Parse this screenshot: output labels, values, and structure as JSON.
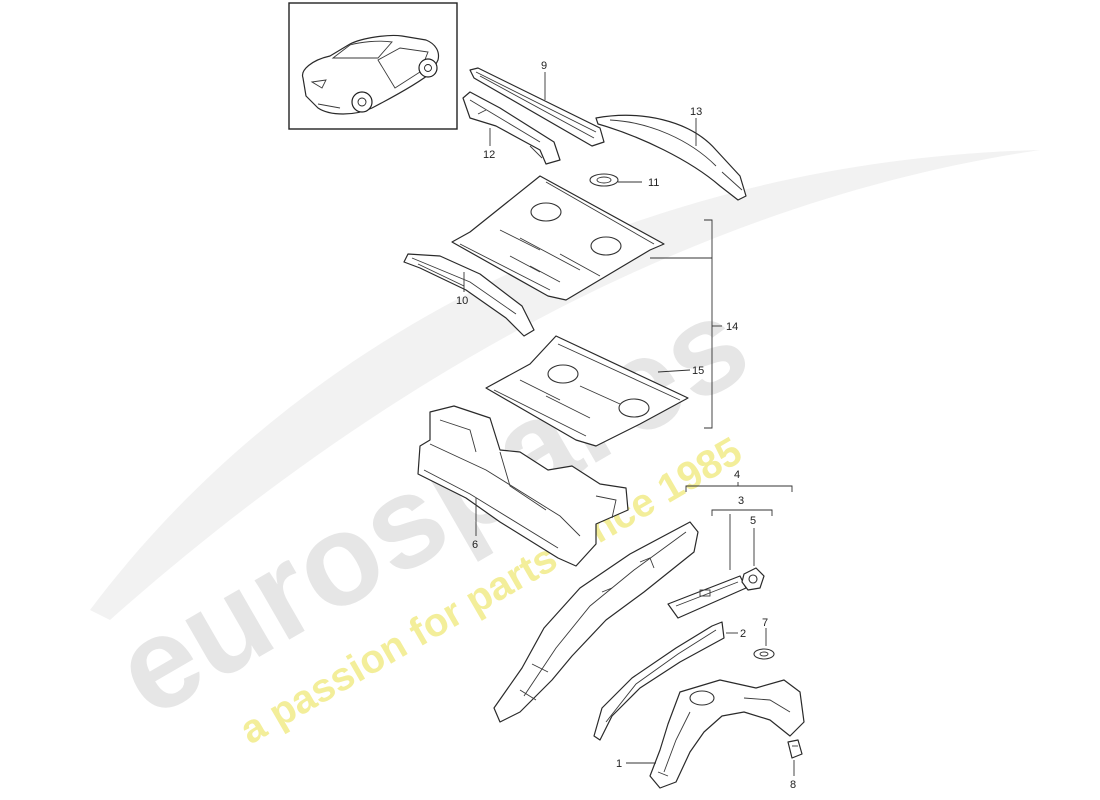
{
  "watermark": {
    "brand": "eurospares",
    "tagline": "a passion for parts since 1985",
    "colors": {
      "brand": "#e6e6e6",
      "tagline": "#f3ee9a"
    }
  },
  "callouts": [
    {
      "id": "1",
      "label": "1"
    },
    {
      "id": "2",
      "label": "2"
    },
    {
      "id": "3",
      "label": "3"
    },
    {
      "id": "4",
      "label": "4"
    },
    {
      "id": "5",
      "label": "5"
    },
    {
      "id": "6",
      "label": "6"
    },
    {
      "id": "7",
      "label": "7"
    },
    {
      "id": "8",
      "label": "8"
    },
    {
      "id": "9",
      "label": "9"
    },
    {
      "id": "10",
      "label": "10"
    },
    {
      "id": "11",
      "label": "11"
    },
    {
      "id": "12",
      "label": "12"
    },
    {
      "id": "13",
      "label": "13"
    },
    {
      "id": "14",
      "label": "14"
    },
    {
      "id": "15",
      "label": "15"
    }
  ]
}
